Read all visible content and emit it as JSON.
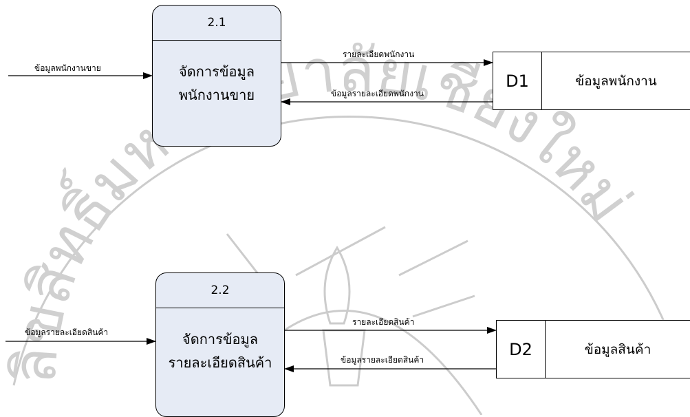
{
  "watermark": {
    "arc_text_left": "ลิขสิทธิ์มหาวิทยาลัยเชียงใหม่"
  },
  "processes": [
    {
      "number": "2.1",
      "name_lines": [
        "จัดการข้อมูล",
        "พนักงานขาย"
      ]
    },
    {
      "number": "2.2",
      "name_lines": [
        "จัดการข้อมูล",
        "รายละเอียดสินค้า"
      ]
    }
  ],
  "stores": [
    {
      "id": "D1",
      "name": "ข้อมูลพนักงาน"
    },
    {
      "id": "D2",
      "name": "ข้อมูลสินค้า"
    }
  ],
  "flows": {
    "in_1": "ข้อมูลพนักงานขาย",
    "out_1": "รายละเอียดพนักงาน",
    "back_1": "ข้อมูลรายละเอียดพนักงาน",
    "in_2": "ข้อมูลรายละเอียดสินค้า",
    "out_2": "รายละเอียดสินค้า",
    "back_2": "ข้อมูลรายละเอียดสินค้า"
  },
  "colors": {
    "process_fill": "#e6ebf5",
    "line": "#000000",
    "watermark": "#c8c8c8"
  }
}
